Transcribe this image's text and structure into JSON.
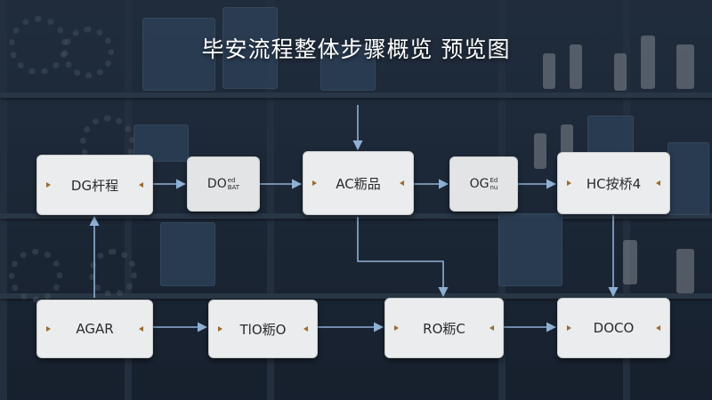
{
  "title": "毕安流程整体步骤概览 预览图",
  "nodes": {
    "dg": {
      "label": "DG杆程"
    },
    "do": {
      "label": "DO",
      "sup": "ed",
      "sub": "BAT"
    },
    "ac": {
      "label": "AC粝品"
    },
    "og": {
      "label": "OG",
      "sup": "Ed",
      "sub": "nu"
    },
    "hc": {
      "label": "HC按桥4"
    },
    "agar": {
      "label": "AGAR"
    },
    "tlo": {
      "label": "TlO粝O"
    },
    "ro": {
      "label": "RO粝C"
    },
    "doco": {
      "label": "DOCO"
    }
  },
  "colors": {
    "arrow": "#8fb0d3",
    "node_bg": "#eaeced",
    "marker": "#9a6a2c"
  }
}
